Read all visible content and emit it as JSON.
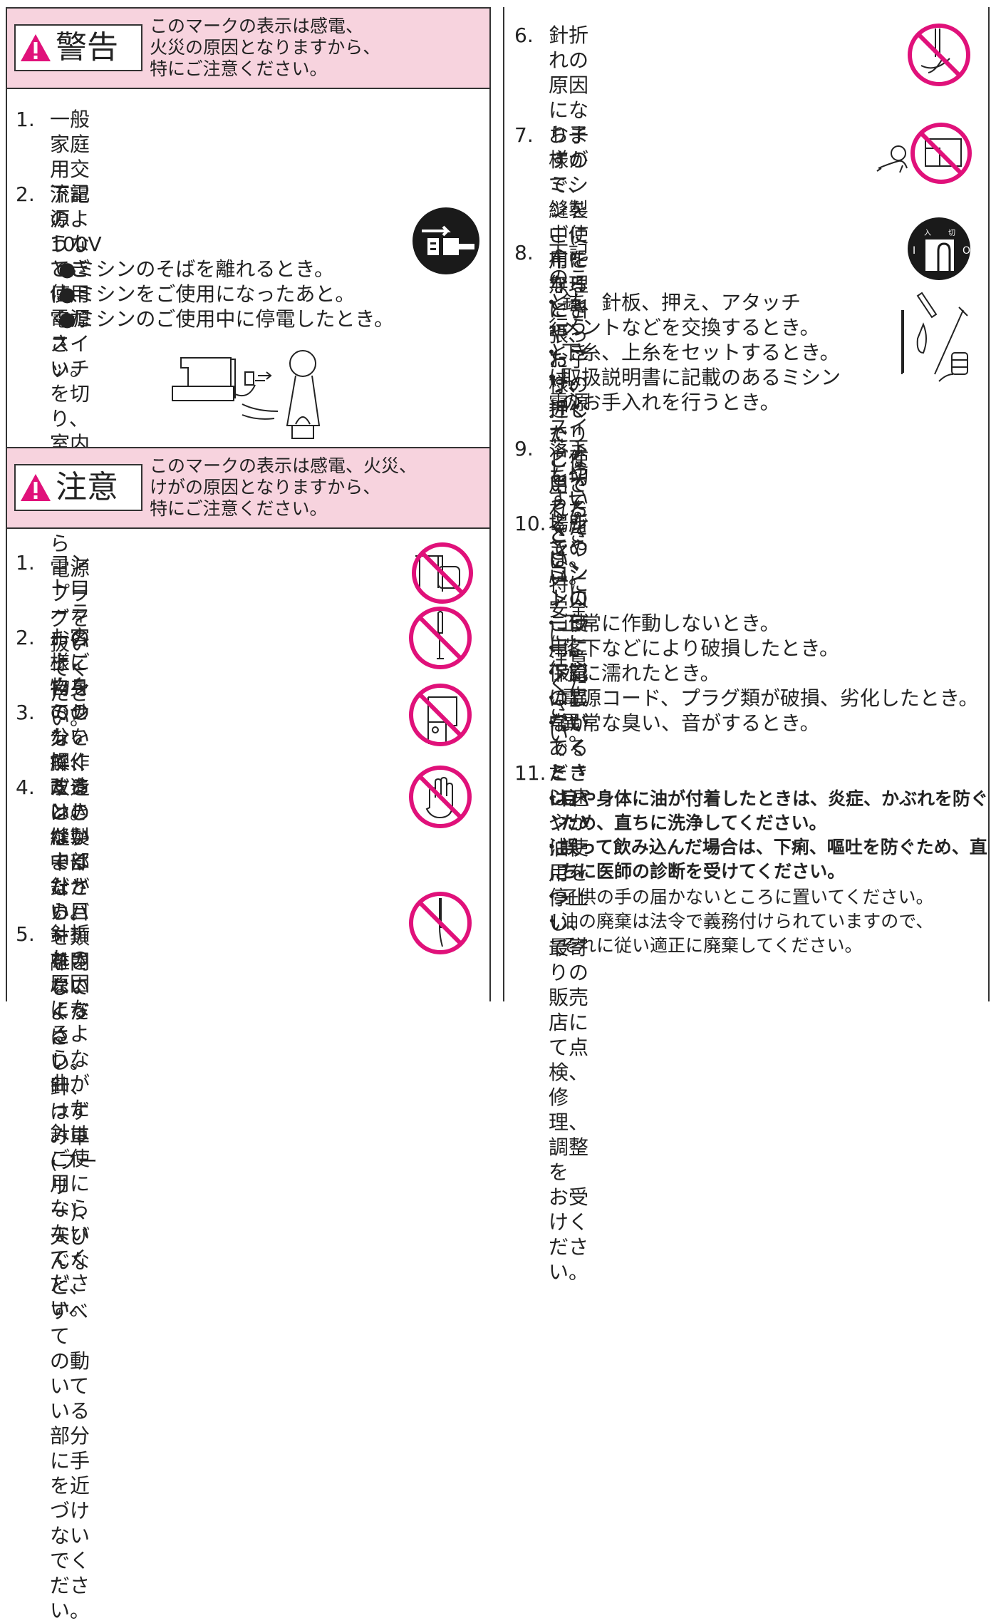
{
  "warning": {
    "title": "警告",
    "desc": "このマークの表示は感電、\n火災の原因となりますから、\n特にご注意ください。",
    "items": [
      {
        "num": "1.",
        "text": "一般家庭用交流電源 100V でご使用\nください。"
      },
      {
        "num": "2.",
        "text": "下記のようなときは、電源スイッチ\nを切り、室内コンセントから\n電源プラグを抜いてください。"
      }
    ],
    "bullets": "●ミシンのそばを離れるとき。\n●ミシンをご使用になったあと。\n●ミシンのご使用中に停電したとき。"
  },
  "caution": {
    "title": "注意",
    "desc": "このマークの表示は感電、火災、\nけがの原因となりますから、\n特にご注意ください。",
    "items": [
      {
        "num": "1.",
        "text": "コントローラーの上に物を\nのせないでください。"
      },
      {
        "num": "2.",
        "text": "お客様ご自身での分解、\n改造はしないでください。"
      },
      {
        "num": "3.",
        "text": "ミシンを操作するときはかま部\nなどカバー類を閉じてください。"
      },
      {
        "num": "4.",
        "text": "ミシンの縫製中は針から目を\n離さないようにし、針、はずみ車\n(プーリー)、天びんなど、すべて\nの動いている部分に手を近づけ\nないでください。"
      },
      {
        "num": "5.",
        "text": "針折れの原因になるような\n曲がった針はご使用にならない\nでください。"
      }
    ]
  },
  "right": {
    "items": [
      {
        "num": "6.",
        "text": "針折れの原因になりますので、\n縫製中に布を無理に引張ったり、\n押したりしないでください。"
      },
      {
        "num": "7.",
        "text": "お子様がミシンをご使用になる\nときや、お子様の近くで\nご使用されるときは、特に\n安全にご注意ください。"
      },
      {
        "num": "8.",
        "text": "下記のことを行うときは、電源\nスイッチを切ってください。"
      },
      {
        "num": "9.",
        "text": "落下しやすい場所でのミシンのご使用、保管\nはしないでください。"
      },
      {
        "num": "10.",
        "text": "ミシンやコントローラーに下記の異常が\nあるときは速やかに使用を停止し、\n最寄りの販売店にて点検、修理、調整を\nお受けください。"
      },
      {
        "num": "11.",
        "text": "ミシン油について"
      }
    ],
    "item8_subs": "・針、針板、押え、アタッチ\n　メントなどを交換するとき。\n・下糸、上糸をセットするとき。\n・取扱説明書に記載のあるミシン\n　のお手入れを行うとき。",
    "item10_subs": "・正常に作動しないとき。\n・落下などにより破損したとき。\n・水に濡れたとき。\n・電源コード、プラグ類が破損、劣化したとき。\n・異常な臭い、音がするとき。",
    "oil_bold": "・目や身体に油が付着したときは、炎症、かぶれを防ぐ\n　ため、直ちに洗浄してください。\n・誤って飲み込んだ場合は、下痢、嘔吐を防ぐため、直\n　ちに医師の診断を受けてください。",
    "oil_normal": "・子供の手の届かないところに置いてください。\n・油の廃棄は法令で義務付けられていますので、\n　それに従い適正に廃棄してください。",
    "switch_labels": {
      "on": "入",
      "off": "切",
      "i": "I",
      "o": "O"
    }
  },
  "colors": {
    "header_bg": "#f7d3de",
    "prohibit": "#e0117a",
    "triangle": "#e0117a"
  }
}
